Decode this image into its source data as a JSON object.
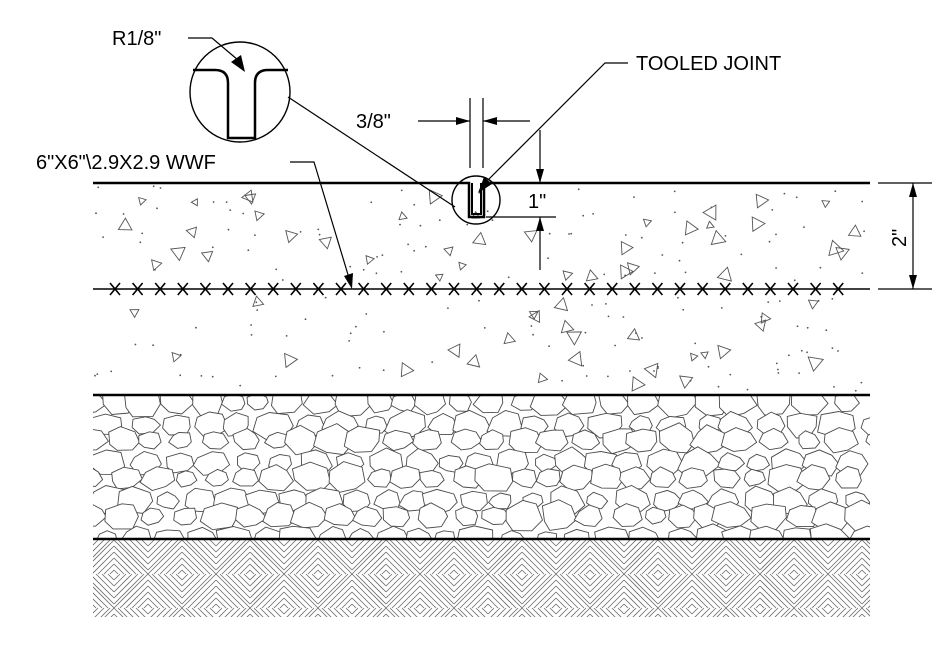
{
  "labels": {
    "radius": "R1/8\"",
    "tooled_joint": "TOOLED JOINT",
    "joint_width": "3/8\"",
    "mesh": "6\"X6\"\\2.9X2.9 WWF",
    "joint_depth": "1\"",
    "slab_thickness": "2\""
  },
  "layers": [
    {
      "name": "concrete-slab",
      "pattern": "concrete-stipple"
    },
    {
      "name": "gravel-base",
      "pattern": "rounded-stones"
    },
    {
      "name": "compacted-subgrade",
      "pattern": "diagonal-weave"
    }
  ],
  "colors": {
    "line": "#000000",
    "hatch": "#4a4a4a",
    "background": "#ffffff"
  }
}
